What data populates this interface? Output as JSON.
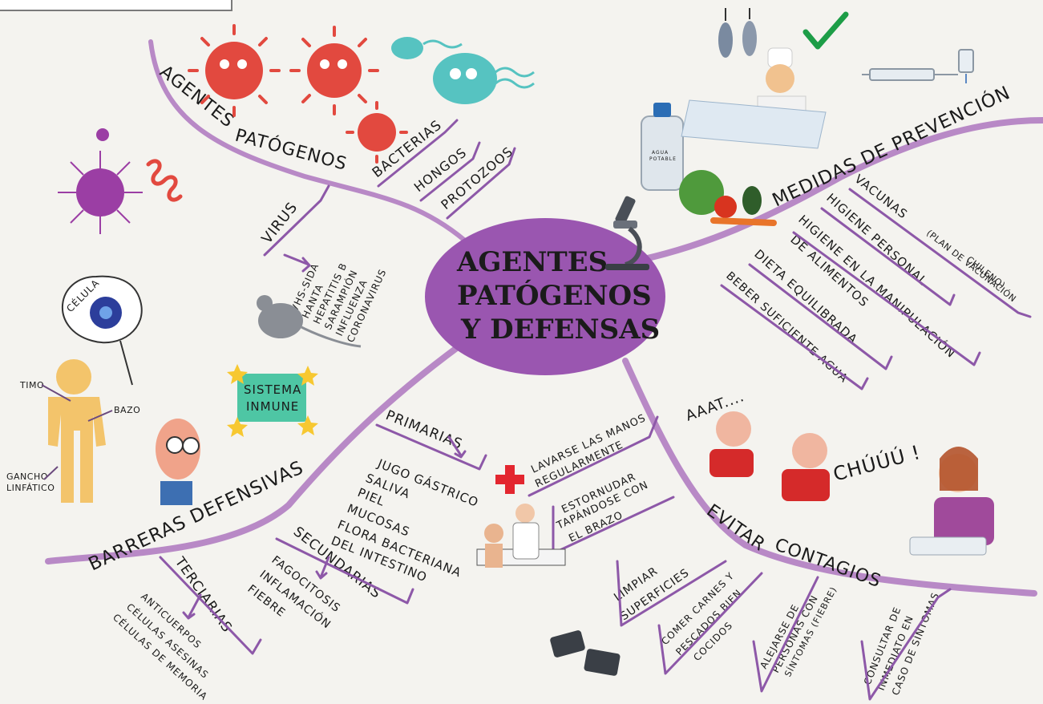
{
  "center": {
    "lines": [
      "AGENTES",
      "PATÓGENOS",
      "Y DEFENSAS"
    ]
  },
  "patogenos": {
    "title": "AGENTES PATÓGENOS",
    "types": [
      "BACTERIAS",
      "HONGOS",
      "PROTOZOOS",
      "VIRUS"
    ],
    "virus_examples": [
      "VHS-SIDA",
      "HANTA",
      "HEPATITIS B",
      "SARAMPIÓN",
      "INFLUENZA",
      "CORONAVIRUS"
    ]
  },
  "prevencion": {
    "title": "MEDIDAS DE PREVENCIÓN",
    "items": [
      {
        "l1": "VACUNAS",
        "l2": "(PLAN DE VACUNACIÓN",
        "l3": "CHILENO)"
      },
      {
        "l1": "HIGIENE PERSONAL"
      },
      {
        "l1": "HIGIENE EN LA MANIPULACIÓN",
        "l2": "DE ALIMENTOS"
      },
      {
        "l1": "DIETA EQUILIBRADA"
      },
      {
        "l1": "BEBER SUFICIENTE AGUA"
      }
    ],
    "bottle_label": [
      "AGUA",
      "POTABLE"
    ]
  },
  "barreras": {
    "title": "BARRERAS DEFENSIVAS",
    "primarias": {
      "label": "PRIMARIAS",
      "items": [
        "JUGO GÁSTRICO",
        "SALIVA",
        "PIEL",
        "MUCOSAS",
        "FLORA BACTERIANA",
        "DEL INTESTINO"
      ]
    },
    "secundarias": {
      "label": "SECUNDARIAS",
      "items": [
        "FAGOCITOSIS",
        "INFLAMACIÓN",
        "FIEBRE"
      ]
    },
    "terciarias": {
      "label": "TERCIARIAS",
      "items": [
        "ANTICUERPOS",
        "CÉLULAS ASESINAS",
        "CÉLULAS DE MEMORIA"
      ]
    }
  },
  "inmune": {
    "sign": [
      "SISTEMA",
      "INMUNE"
    ],
    "celula": "CÉLULA",
    "organs": {
      "timo": "TIMO",
      "bazo": "BAZO",
      "ganglio": [
        "GANCHO",
        "LINFÁTICO"
      ]
    }
  },
  "contagios": {
    "title": "EVITAR CONTAGIOS",
    "items": [
      [
        "LAVARSE LAS MANOS",
        "REGULARMENTE"
      ],
      [
        "ESTORNUDAR",
        "TAPÁNDOSE CON",
        "EL BRAZO"
      ],
      [
        "LIMPIAR",
        "SUPERFICIES"
      ],
      [
        "COMER CARNES Y",
        "PESCADOS BIEN",
        "COCIDOS"
      ],
      [
        "ALEJARSE DE",
        "PERSONAS CON",
        "SÍNTOMAS (FIEBRE)"
      ],
      [
        "CONSULTAR DE",
        "INMEDIATO EN",
        "CASO DE SÍNTOMAS"
      ]
    ],
    "sneeze": [
      "AAAT....",
      "CHÚÚÚ !"
    ]
  },
  "colors": {
    "center": "#9a56b0",
    "branch": "#b889c6",
    "hook": "#8d58a8",
    "bacteria": "#e2493f",
    "virus": "#9b3ea4",
    "teal": "#56c3c1",
    "skin": "#f3c46b",
    "cross": "#e3262f",
    "check": "#1d9d47",
    "sign": "#4ec6a4"
  },
  "icons": [
    "bacteria-icon",
    "virus-icon",
    "protozoa-icon",
    "microscope-icon",
    "rat-icon",
    "cell-icon",
    "body-icon",
    "doctor-icon",
    "first-aid-cross-icon",
    "phone-icon",
    "fish-icon",
    "syringe-icon",
    "vial-icon",
    "water-bottle-icon",
    "vegetables-icon",
    "checkmark-icon",
    "star-icon"
  ]
}
